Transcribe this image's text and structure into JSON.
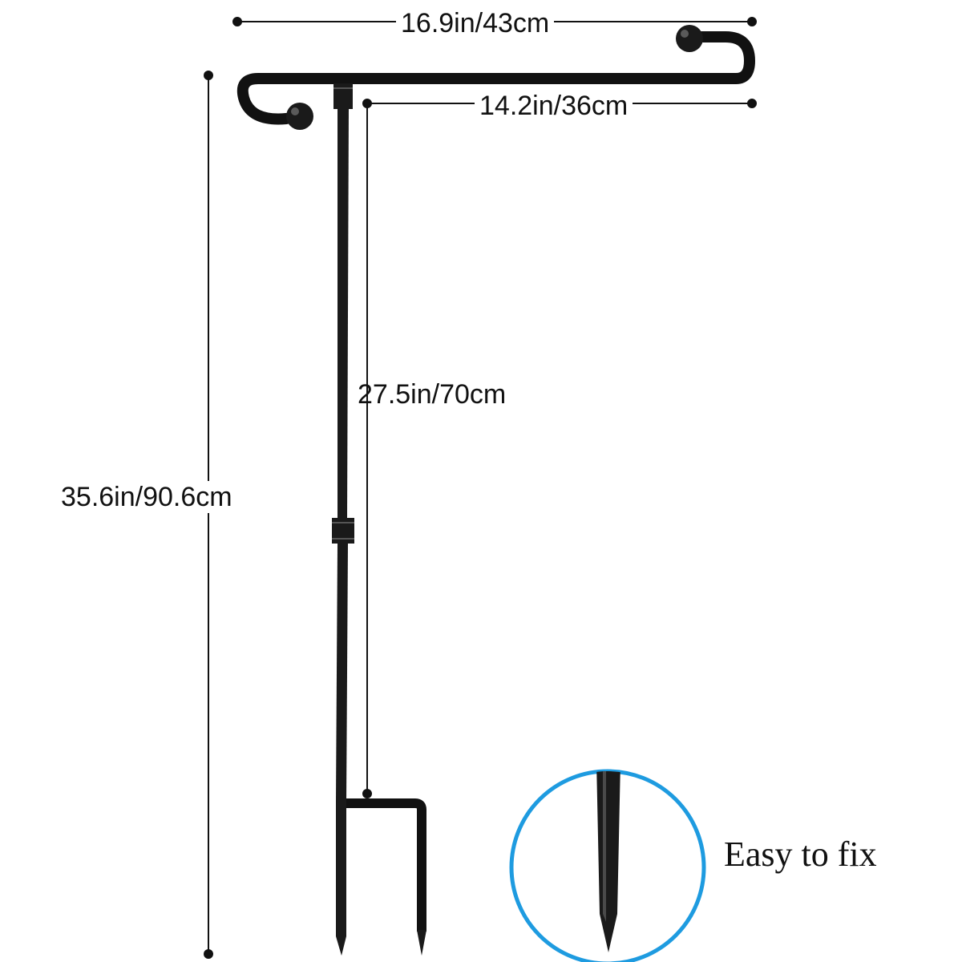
{
  "dimensions": {
    "top_width": "16.9in/43cm",
    "arm_width": "14.2in/36cm",
    "pole_height": "27.5in/70cm",
    "total_height": "35.6in/90.6cm"
  },
  "detail": {
    "caption": "Easy to fix"
  },
  "colors": {
    "stand": "#111111",
    "dimension_line": "#111111",
    "detail_ring": "#1e9be0",
    "background": "#ffffff"
  }
}
